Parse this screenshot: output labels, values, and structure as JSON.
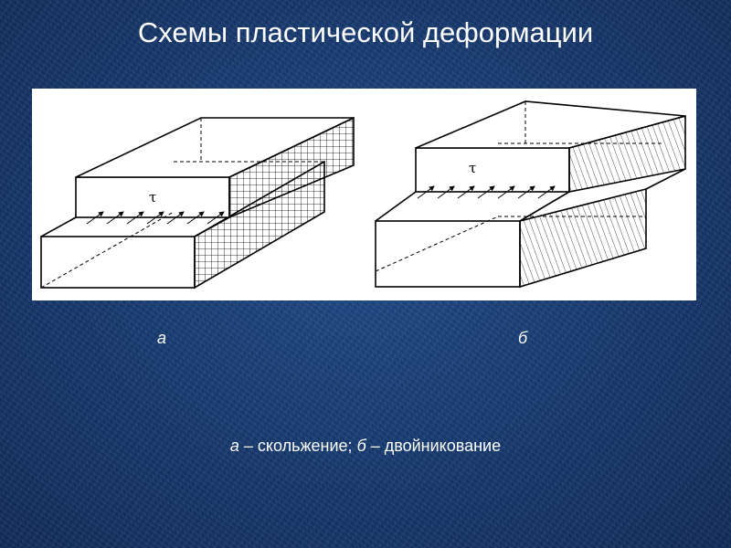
{
  "slide": {
    "title": "Схемы пластической деформации",
    "figure": {
      "label_a": "а",
      "label_b": "б",
      "tau_symbol": "τ"
    },
    "caption": {
      "a_letter": "а",
      "a_text": " – скольжение; ",
      "b_letter": "б",
      "b_text": " – двойникование"
    }
  }
}
